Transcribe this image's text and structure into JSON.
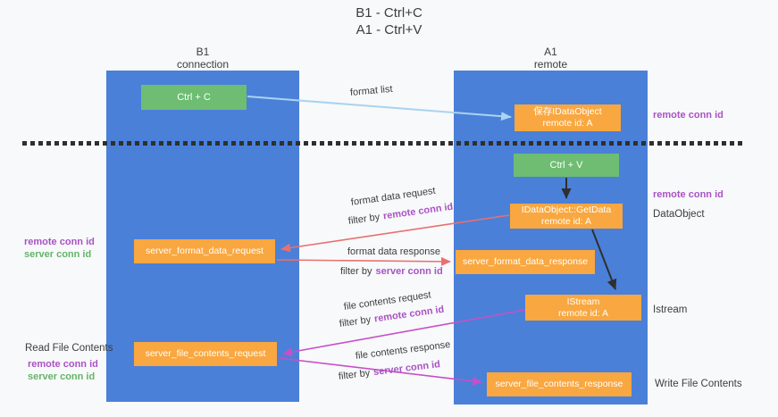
{
  "title": {
    "line1": "B1 - Ctrl+C",
    "line2": "A1 - Ctrl+V"
  },
  "lanes": {
    "left": {
      "title": "B1",
      "subtitle": "connection"
    },
    "right": {
      "title": "A1",
      "subtitle": "remote"
    }
  },
  "nodes": {
    "ctrl_c": {
      "label": "Ctrl + C"
    },
    "ctrl_v": {
      "label": "Ctrl + V"
    },
    "save_dataobject": {
      "line1": "保存IDataObject",
      "line2": "remote id: A"
    },
    "getdata": {
      "line1": "IDataObject::GetData",
      "line2": "remote id: A"
    },
    "istream": {
      "line1": "IStream",
      "line2": "remote id: A"
    },
    "server_format_data_request": {
      "label": "server_format_data_request"
    },
    "server_format_data_response": {
      "label": "server_format_data_response"
    },
    "server_file_contents_request": {
      "label": "server_file_contents_request"
    },
    "server_file_contents_response": {
      "label": "server_file_contents_response"
    }
  },
  "side_labels": {
    "remote_conn_id": "remote conn id",
    "server_conn_id": "server conn id",
    "dataobject": "DataObject",
    "istream": "Istream",
    "read_file_contents": "Read File Contents",
    "write_file_contents": "Write File Contents"
  },
  "flow_labels": {
    "format_list": "format list",
    "format_data_request": "format data request",
    "format_data_response": "format data response",
    "file_contents_request": "file contents request",
    "file_contents_response": "file contents response",
    "filter_by": "filter by"
  },
  "colors": {
    "lane-blue": "#4a80d8",
    "box-green": "#6ebd72",
    "box-orange": "#f9a740",
    "arrow-lightblue": "#a9d3f0",
    "arrow-salmon": "#e87070",
    "arrow-magenta": "#c650c8",
    "arrow-black": "#2f2f2f",
    "text-purple": "#a952c5",
    "text-green": "#64b469",
    "text-dark": "#3d3d3d",
    "background": "#f8f9fa"
  }
}
